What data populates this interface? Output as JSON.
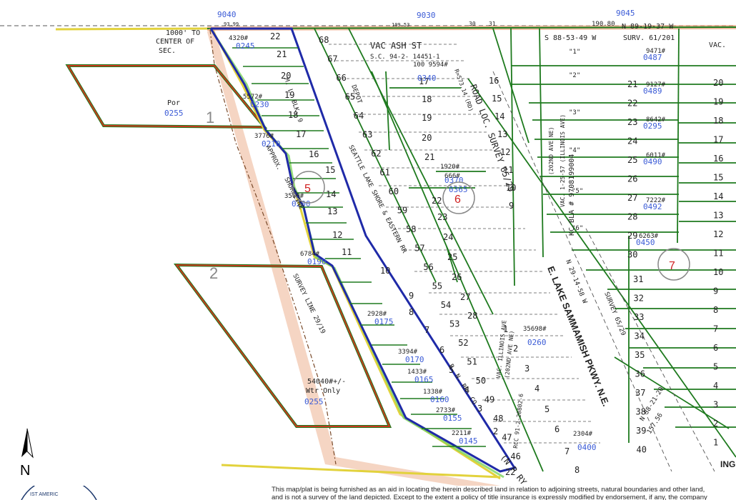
{
  "colors": {
    "lot": "#1e7a1e",
    "parcel_no": "#3b5bd6",
    "green_label": "#3aa63a",
    "subject": "#1f2aa8",
    "tax_red": "#c83a1e",
    "survey_tan": "#e8a27a",
    "yellow": "#e2d23c",
    "circle": "#888888",
    "circle_num": "#d02020"
  },
  "map_labels": {
    "top_parcels": [
      "9040",
      "9030",
      "9045"
    ],
    "center_sec": [
      "1000' TO",
      "CENTER OF",
      "SEC."
    ],
    "street": "VAC ASH ST",
    "sc_ref": "S.C. 94-2- 14451-1",
    "bearing_top": "S 88-53-49 W",
    "surv_top": "SURV. 61/201",
    "bearing_right": "N 89-19-37 W",
    "vac": "VAC.",
    "dim_top": [
      "93.99",
      "109.53",
      "30",
      "31",
      "190.80"
    ],
    "por": "Por",
    "p0255": "0255",
    "lot1": "1",
    "lot2": "2",
    "approx": "APPROX.",
    "shoreline": "SHORELINE",
    "survey_line": "SURVEY LINE 29/19",
    "wtr_area": "54040#+/-",
    "wtr_only": "Wtr Only",
    "wtr_parcel": "0255",
    "railway": "SEATTLE LAKE SHORE & EASTERN RR",
    "mlb": "M. L. BLK. 9",
    "depot": "DEPOT",
    "road_loc": "ROAD LOC. SURVEY 65/29",
    "row": "R=573.14 (RD)",
    "bnrr": "B. N. RR. CO.",
    "npry": "(N P RY",
    "vac_illinois": "VAC. ILLINOIS AVE",
    "ave_202nd": "(202ND AVE NE)",
    "rcc": "RCC 91-2-20802-6",
    "pkwy": "E. LAKE SAMMAMISH PKWY. N.E.",
    "n2914": "N 29-14-58 W",
    "survey6529": "SURVEY 65/29",
    "kc_bla": "KC BLA # 9708199004",
    "vac2": "VAC. 1-25-57 (ILLINOIS AVE)",
    "ave202_2": "(202ND AVE NE)",
    "n3821": "N 38-21-20",
    "dim_157": "157.56",
    "ing": "ING"
  },
  "subject_lots": [
    {
      "lot": "22",
      "parcel": "0245",
      "area": "4320#"
    },
    {
      "lot": "21",
      "parcel": "",
      "area": ""
    },
    {
      "lot": "20",
      "parcel": "",
      "area": ""
    },
    {
      "lot": "19",
      "parcel": "0230",
      "area": "5572#"
    },
    {
      "lot": "18",
      "parcel": "",
      "area": ""
    },
    {
      "lot": "17",
      "parcel": "0210",
      "area": "3776#"
    },
    {
      "lot": "16",
      "parcel": "",
      "area": ""
    },
    {
      "lot": "15",
      "parcel": "",
      "area": ""
    },
    {
      "lot": "14",
      "parcel": "0200",
      "area": "3500#"
    },
    {
      "lot": "13",
      "parcel": "",
      "area": ""
    },
    {
      "lot": "12",
      "parcel": "",
      "area": ""
    },
    {
      "lot": "11",
      "parcel": "0190",
      "area": "6784#"
    },
    {
      "lot": "10",
      "parcel": "",
      "area": ""
    },
    {
      "lot": "9",
      "parcel": "",
      "area": ""
    },
    {
      "lot": "8",
      "parcel": "0175",
      "area": "2928#"
    },
    {
      "lot": "7",
      "parcel": "",
      "area": ""
    },
    {
      "lot": "6",
      "parcel": "0170",
      "area": "3394#"
    },
    {
      "lot": "5",
      "parcel": "0165",
      "area": "1433#"
    },
    {
      "lot": "4",
      "parcel": "0160",
      "area": "1338#"
    },
    {
      "lot": "3",
      "parcel": "0155",
      "area": "2733#"
    },
    {
      "lot": "2",
      "parcel": "0145",
      "area": "2211#"
    },
    {
      "lot": "22",
      "parcel": "",
      "area": ""
    }
  ],
  "middle_lots": [
    "68",
    "67",
    "66",
    "65",
    "64",
    "63",
    "62",
    "61",
    "60",
    "59",
    "58",
    "57",
    "56",
    "55",
    "54",
    "53",
    "52",
    "51",
    "50",
    "49",
    "48",
    "47",
    "46"
  ],
  "center_lots": [
    "17",
    "18",
    "19",
    "20",
    "21",
    "22",
    "23",
    "24",
    "25",
    "26",
    "27",
    "28",
    "1",
    "2",
    "3",
    "4",
    "5",
    "6",
    "7",
    "8"
  ],
  "center_parcels": [
    {
      "id": "0340",
      "area": "100 9594#"
    },
    {
      "id": "0370",
      "area": "1920#"
    },
    {
      "id": "0365",
      "area": "666#"
    },
    {
      "id": "0260",
      "area": "35698#"
    },
    {
      "id": "0400",
      "area": "2304#"
    }
  ],
  "center_col": [
    "16",
    "15",
    "14",
    "13",
    "12",
    "11",
    "10",
    "9"
  ],
  "right_lots": [
    "21",
    "22",
    "23",
    "24",
    "25",
    "26",
    "27",
    "28",
    "29",
    "30"
  ],
  "right_parcels": [
    {
      "id": "0487",
      "area": "9471#"
    },
    {
      "id": "0489",
      "area": "9127#"
    },
    {
      "id": "0295",
      "area": "8642#"
    },
    {
      "id": "0490",
      "area": "6011#"
    },
    {
      "id": "0492",
      "area": "7222#"
    },
    {
      "id": "0450",
      "area": "6263#"
    }
  ],
  "tract_labels": [
    "\"1\"",
    "\"2\"",
    "\"3\"",
    "\"4\"",
    "\"5\"",
    "\"6\""
  ],
  "far_right_lots": [
    "20",
    "19",
    "18",
    "17",
    "16",
    "15",
    "14",
    "13",
    "12",
    "11",
    "10",
    "9",
    "8",
    "7",
    "6",
    "5",
    "4",
    "3",
    "2",
    "1"
  ],
  "far_col_lots": [
    "31",
    "32",
    "33",
    "34",
    "35",
    "36",
    "37",
    "38",
    "39",
    "40"
  ],
  "circles": [
    "5",
    "6",
    "7"
  ],
  "north": "N",
  "disclaimer": [
    "This map/plat is being furnished as an aid in locating the herein described land in relation to adjoining streets, natural boundaries and other land,",
    "and is not a survey of the land depicted. Except to the extent a policy of title insurance is expressly modified by endorsement, if any, the company"
  ],
  "logo_text": "IST AMERIC"
}
